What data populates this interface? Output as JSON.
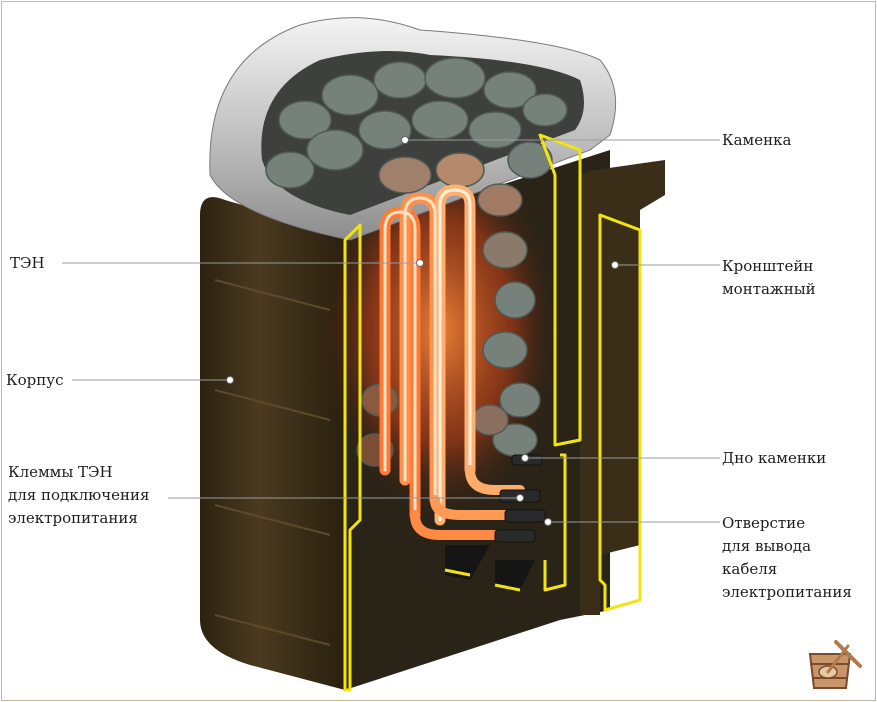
{
  "labels": {
    "kamenka": "Каменка",
    "ten": "ТЭН",
    "bracket_line1": "Кронштейн",
    "bracket_line2": "монтажный",
    "korpus": "Корпус",
    "terminals_line1": "Клеммы ТЭН",
    "terminals_line2": "для подключения",
    "terminals_line3": "электропитания",
    "bottom": "Дно каменки",
    "hole_line1": "Отверстие",
    "hole_line2": "для вывода",
    "hole_line3": "кабеля",
    "hole_line4": "электропитания"
  },
  "colors": {
    "body": "#3b2e17",
    "body_light": "#5a4627",
    "rim": "#d8d8d8",
    "stones": "#6f7a74",
    "heater_glow": "#ff6a2a",
    "outline": "#f2e410",
    "leader": "#9a9a9a"
  },
  "icons": [
    "sauna-bucket-icon"
  ]
}
